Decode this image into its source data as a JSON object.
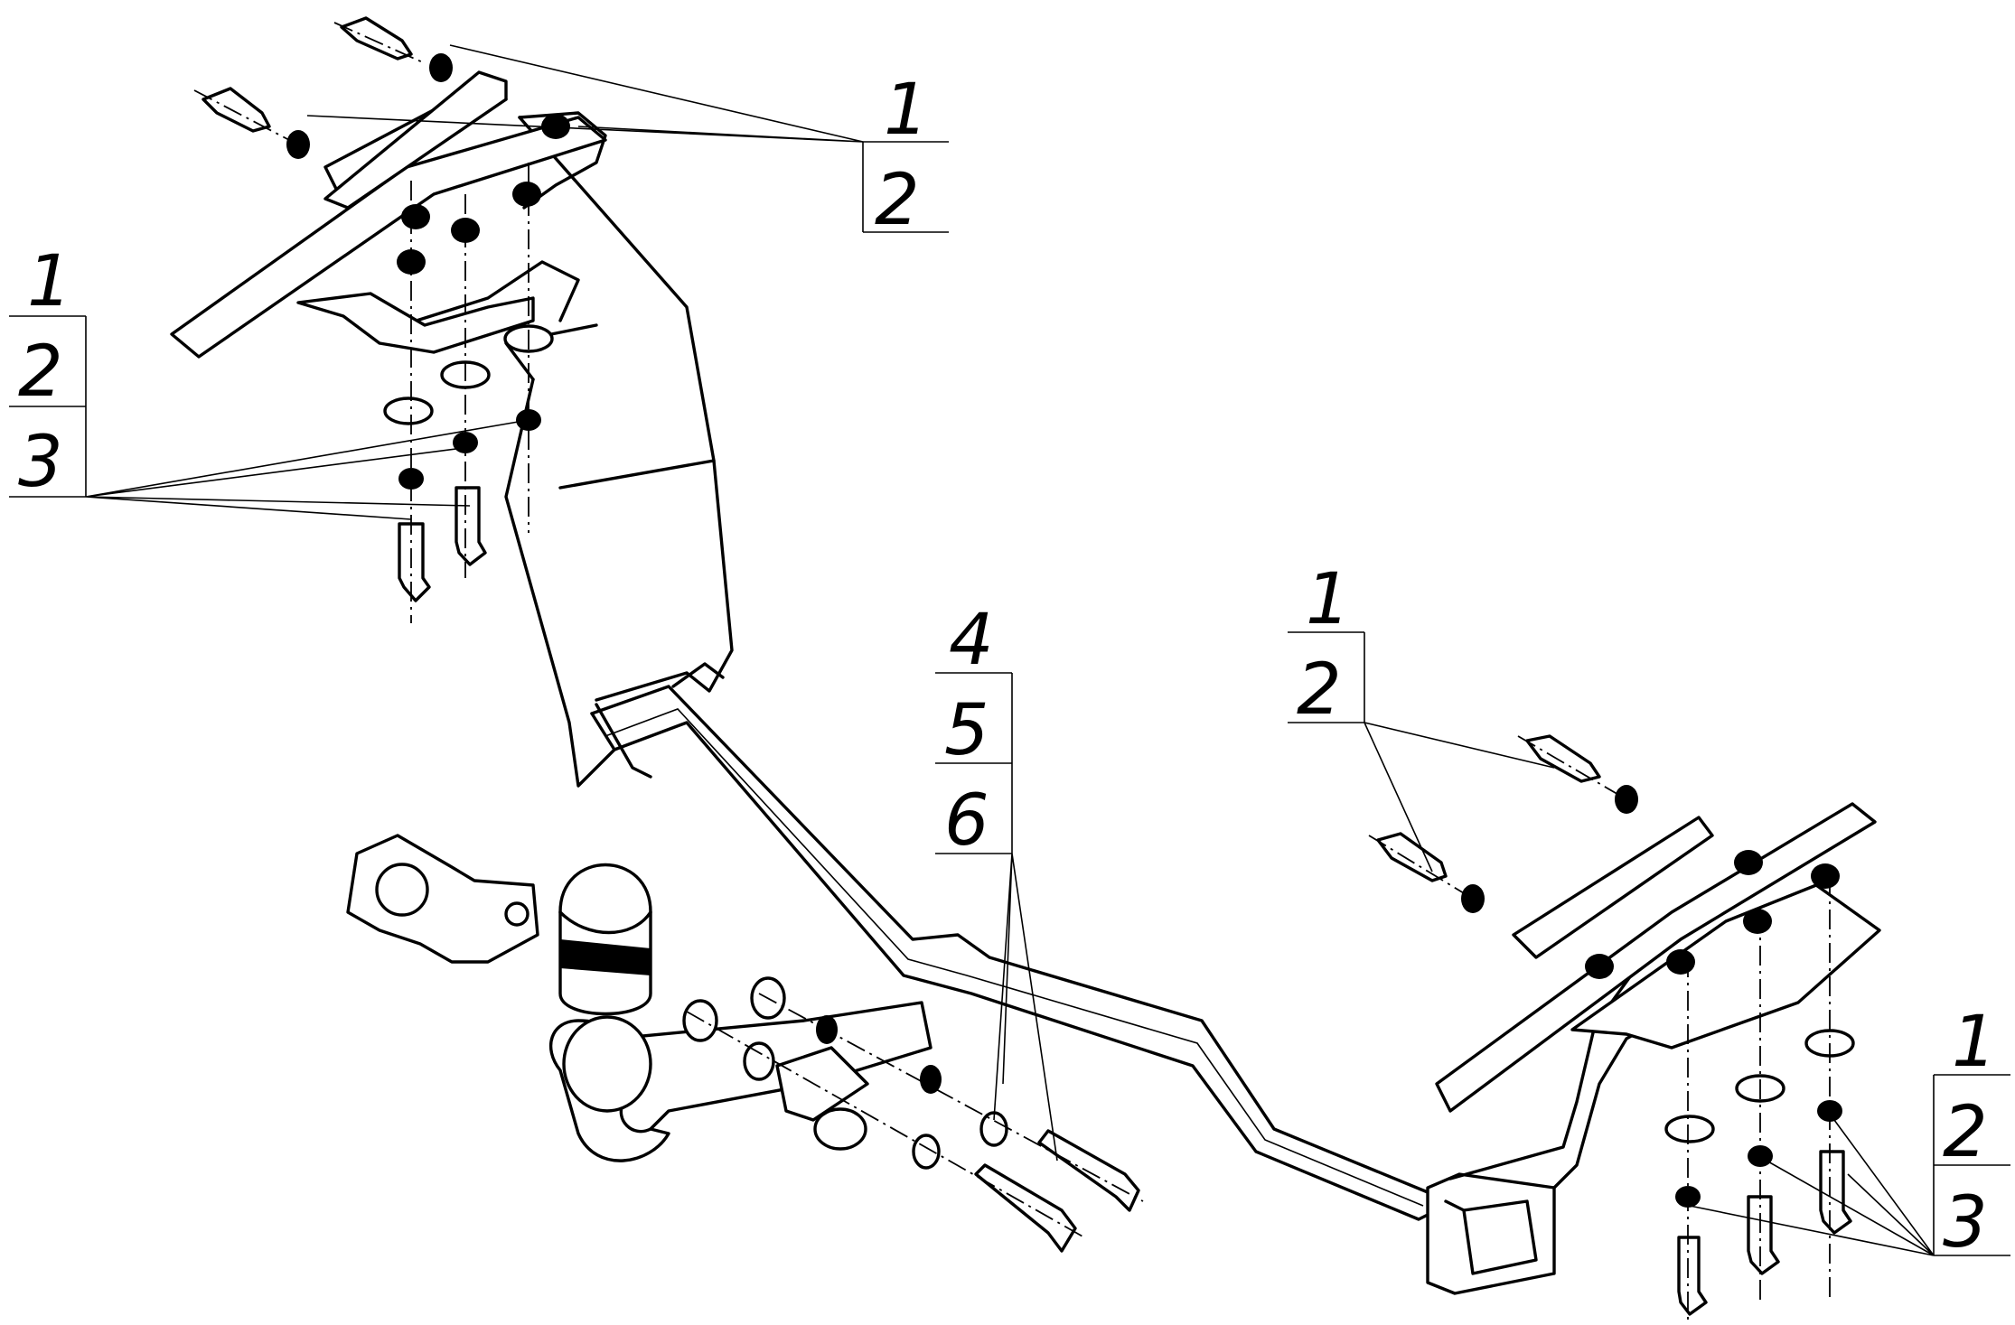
{
  "callouts": {
    "top_right": [
      "1",
      "2"
    ],
    "upper_left": [
      "1",
      "2",
      "3"
    ],
    "center": [
      "4",
      "5",
      "6"
    ],
    "right_mid": [
      "1",
      "2"
    ],
    "bottom_right": [
      "1",
      "2",
      "3"
    ]
  },
  "parts": {
    "1": "bolt",
    "2": "washer",
    "3": "nut",
    "4": "bolt",
    "5": "washer",
    "6": "nut"
  },
  "colors": {
    "line": "#000000",
    "background": "#ffffff"
  }
}
